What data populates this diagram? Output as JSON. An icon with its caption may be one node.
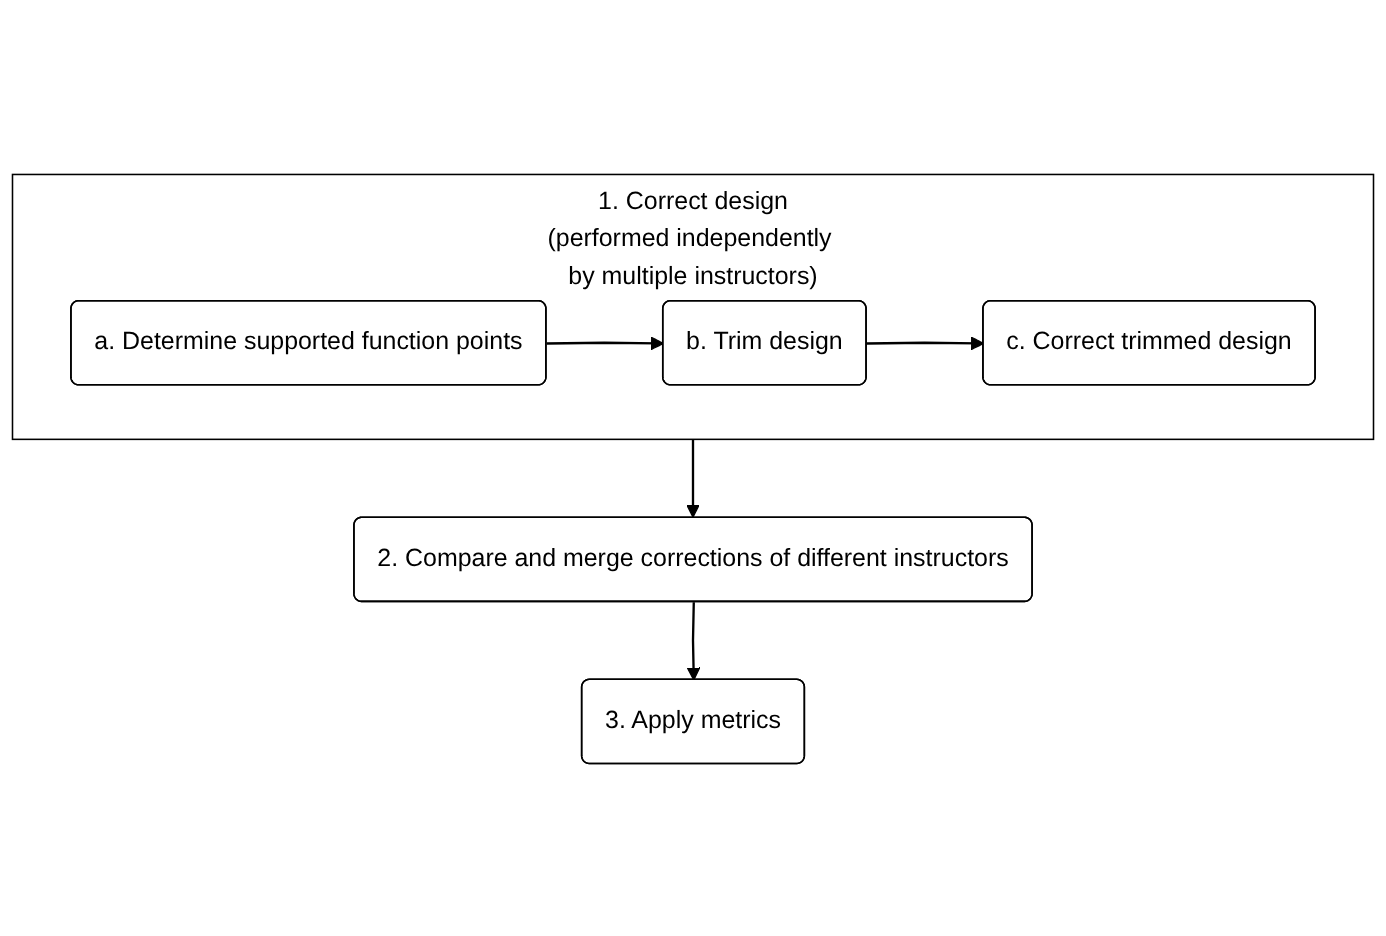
{
  "diagram": {
    "nodes": [
      {
        "text": [
          "1. Correct design",
          "(performed independently by multiple instructors)"
        ]
      },
      {
        "text": [
          "a. Determine supported function points"
        ],
        "in": 0
      },
      {
        "text": [
          "b. Trim design"
        ],
        "in": 0
      },
      {
        "text": [
          "c. Correct trimmed design"
        ],
        "in": 0
      },
      {
        "text": [
          "2. Compare and merge corrections of different instructors"
        ]
      },
      {
        "text": [
          "3. Apply metrics"
        ]
      }
    ],
    "edges": [
      {
        "from": 1,
        "to": 2,
        "arrow": "to"
      },
      {
        "from": 2,
        "to": 3,
        "arrow": "to"
      },
      {
        "from": 0,
        "to": 4,
        "arrow": "to"
      },
      {
        "from": 4,
        "to": 5,
        "arrow": "to"
      }
    ]
  }
}
